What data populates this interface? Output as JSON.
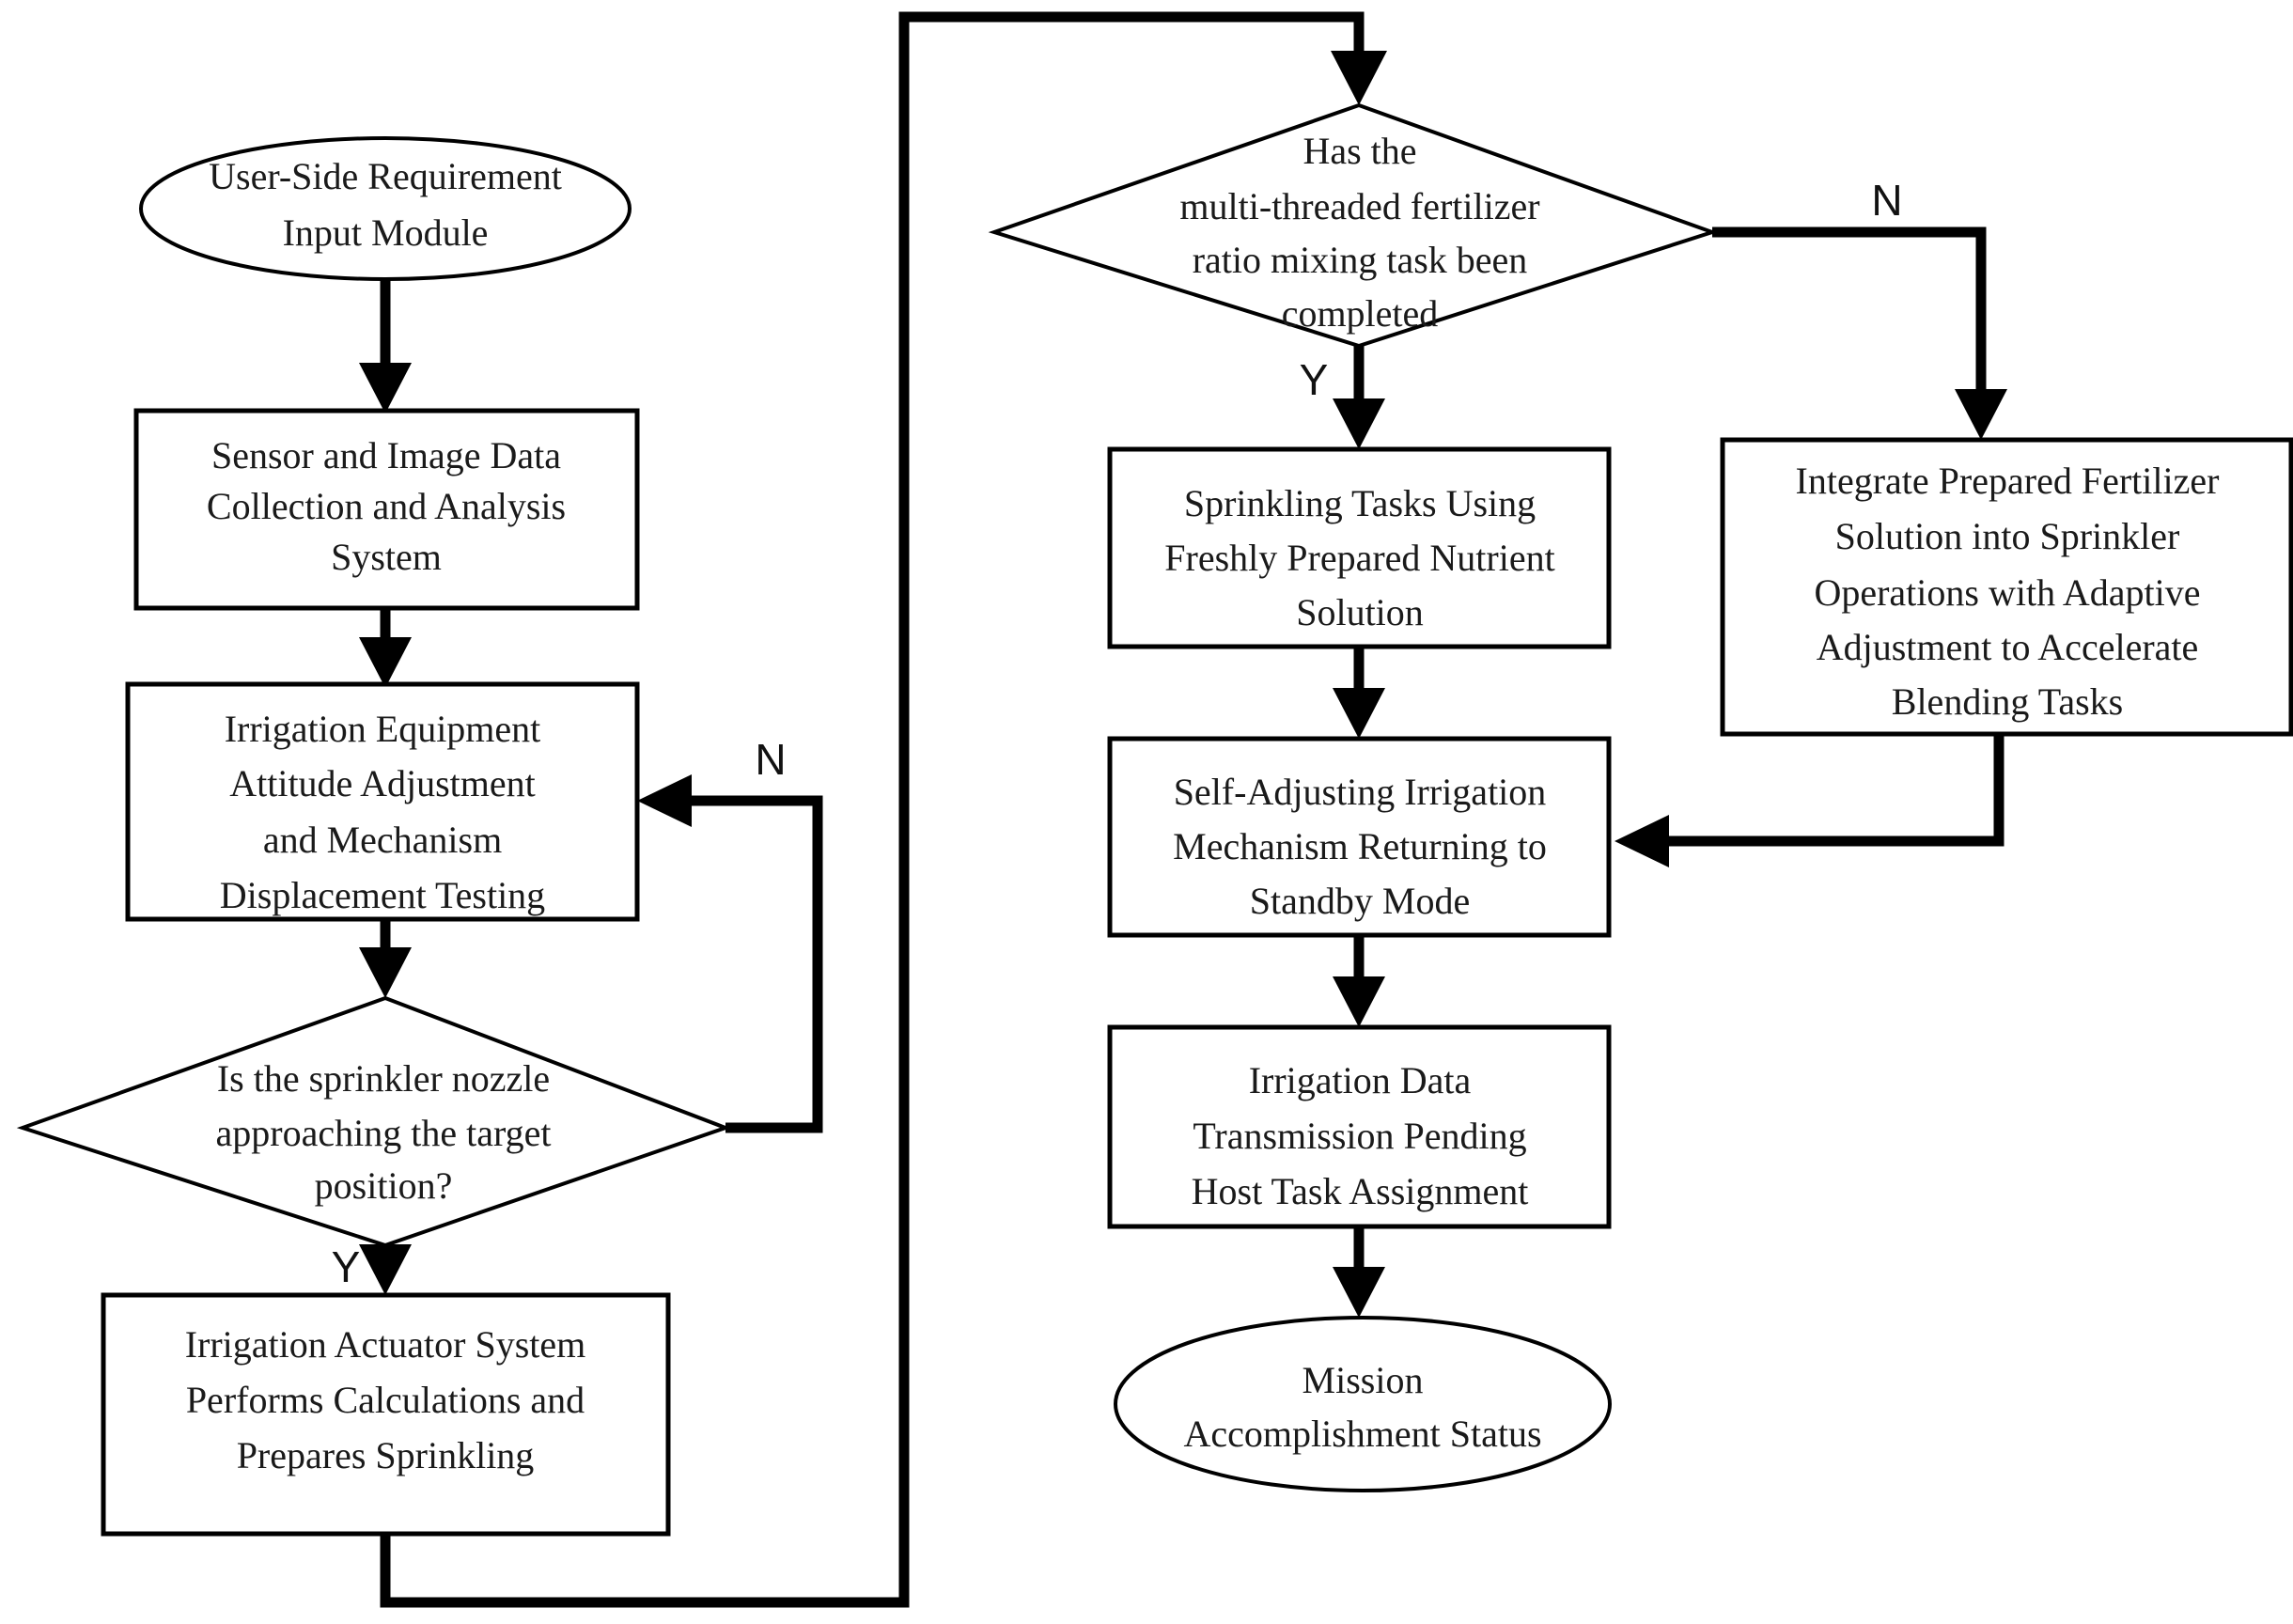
{
  "diagram": {
    "title": "Smart Irrigation and Fertilization Control Flowchart",
    "background_color": "#ffffff",
    "line_color": "#000000",
    "text_color": "#1a1a1a"
  },
  "nodes": {
    "start": {
      "shape": "ellipse",
      "lines": [
        "User-Side Requirement",
        "Input Module"
      ]
    },
    "sensor_system": {
      "shape": "rectangle",
      "lines": [
        "Sensor and Image Data",
        "Collection and Analysis",
        "System"
      ]
    },
    "attitude_adjust": {
      "shape": "rectangle",
      "lines": [
        "Irrigation Equipment",
        "Attitude Adjustment",
        "and Mechanism",
        "Displacement Testing"
      ]
    },
    "nozzle_decision": {
      "shape": "diamond",
      "lines": [
        "Is the sprinkler nozzle",
        "approaching the target",
        "position?"
      ]
    },
    "actuator_system": {
      "shape": "rectangle",
      "lines": [
        "Irrigation Actuator System",
        "Performs Calculations and",
        "Prepares Sprinkling"
      ]
    },
    "fertilizer_decision": {
      "shape": "diamond",
      "lines": [
        "Has the",
        "multi-threaded fertilizer",
        "ratio mixing task been",
        "completed"
      ]
    },
    "sprinkling_tasks": {
      "shape": "rectangle",
      "lines": [
        "Sprinkling Tasks Using",
        "Freshly Prepared Nutrient",
        "Solution"
      ]
    },
    "integrate_fertilizer": {
      "shape": "rectangle",
      "lines": [
        "Integrate Prepared Fertilizer",
        "Solution into Sprinkler",
        "Operations with Adaptive",
        "Adjustment to Accelerate",
        "Blending Tasks"
      ]
    },
    "standby_mode": {
      "shape": "rectangle",
      "lines": [
        "Self-Adjusting Irrigation",
        "Mechanism Returning to",
        "Standby Mode"
      ]
    },
    "data_transmission": {
      "shape": "rectangle",
      "lines": [
        "Irrigation Data",
        "Transmission Pending",
        "Host Task Assignment"
      ]
    },
    "end": {
      "shape": "ellipse",
      "lines": [
        "Mission",
        "Accomplishment Status"
      ]
    }
  },
  "branch_labels": {
    "nozzle_no": "N",
    "nozzle_yes": "Y",
    "fertilizer_no": "N",
    "fertilizer_yes": "Y"
  },
  "edges": [
    {
      "id": "start-to-sensor",
      "from": "start",
      "to": "sensor_system",
      "label": ""
    },
    {
      "id": "sensor-to-attitude",
      "from": "sensor_system",
      "to": "attitude_adjust",
      "label": ""
    },
    {
      "id": "attitude-to-nozzle",
      "from": "attitude_adjust",
      "to": "nozzle_decision",
      "label": ""
    },
    {
      "id": "nozzle-no-to-attitude",
      "from": "nozzle_decision",
      "to": "attitude_adjust",
      "label": "N"
    },
    {
      "id": "nozzle-yes-to-actuator",
      "from": "nozzle_decision",
      "to": "actuator_system",
      "label": "Y"
    },
    {
      "id": "actuator-to-fertilizer",
      "from": "actuator_system",
      "to": "fertilizer_decision",
      "label": ""
    },
    {
      "id": "fertilizer-yes-to-sprinkling",
      "from": "fertilizer_decision",
      "to": "sprinkling_tasks",
      "label": "Y"
    },
    {
      "id": "fertilizer-no-to-integrate",
      "from": "fertilizer_decision",
      "to": "integrate_fertilizer",
      "label": "N"
    },
    {
      "id": "sprinkling-to-standby",
      "from": "sprinkling_tasks",
      "to": "standby_mode",
      "label": ""
    },
    {
      "id": "integrate-to-standby",
      "from": "integrate_fertilizer",
      "to": "standby_mode",
      "label": ""
    },
    {
      "id": "standby-to-transmission",
      "from": "standby_mode",
      "to": "data_transmission",
      "label": ""
    },
    {
      "id": "transmission-to-end",
      "from": "data_transmission",
      "to": "end",
      "label": ""
    }
  ]
}
